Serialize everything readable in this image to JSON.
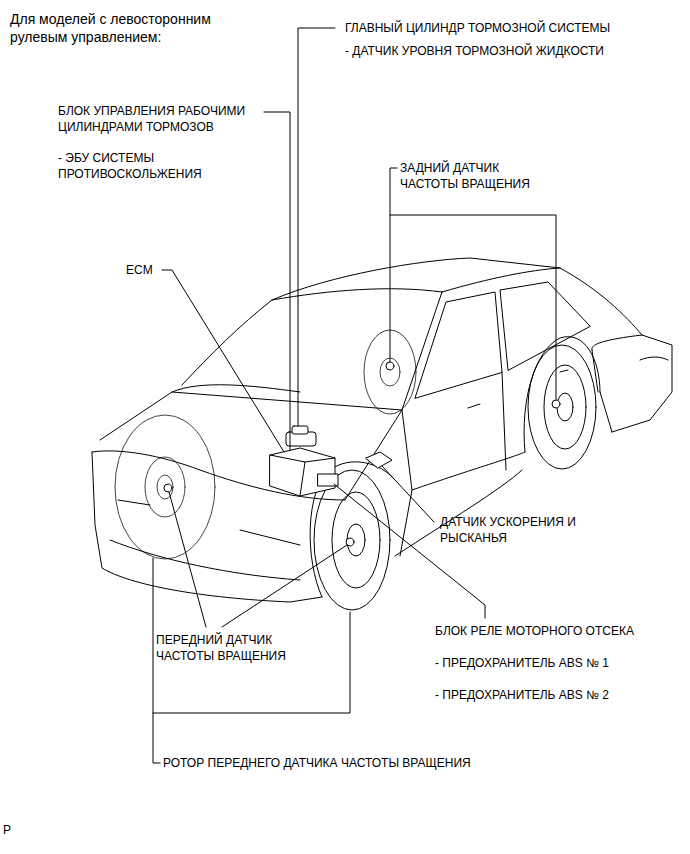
{
  "diagram": {
    "title": "Для моделей с левосторонним рулевым управлением:",
    "labels": [
      "ГЛАВНЫЙ ЦИЛИНДР ТОРМОЗНОЙ СИСТЕМЫ",
      "- ДАТЧИК УРОВНЯ ТОРМОЗНОЙ ЖИДКОСТИ",
      "БЛОК УПРАВЛЕНИЯ РАБОЧИМИ ЦИЛИНДРАМИ ТОРМОЗОВ",
      "- ЭБУ СИСТЕМЫ ПРОТИВОСКОЛЬЖЕНИЯ",
      "ЗАДНИЙ ДАТЧИК ЧАСТОТЫ ВРАЩЕНИЯ",
      "ECM",
      "ДАТЧИК УСКОРЕНИЯ И РЫСКАНЬЯ",
      "ПЕРЕДНИЙ ДАТЧИК ЧАСТОТЫ ВРАЩЕНИЯ",
      "БЛОК РЕЛЕ МОТОРНОГО ОТСЕКА",
      "- ПРЕДОХРАНИТЕЛЬ ABS № 1",
      "- ПРЕДОХРАНИТЕЛЬ ABS № 2",
      "РОТОР ПЕРЕДНЕГО ДАТЧИКА ЧАСТОТЫ ВРАЩЕНИЯ",
      "P"
    ]
  }
}
